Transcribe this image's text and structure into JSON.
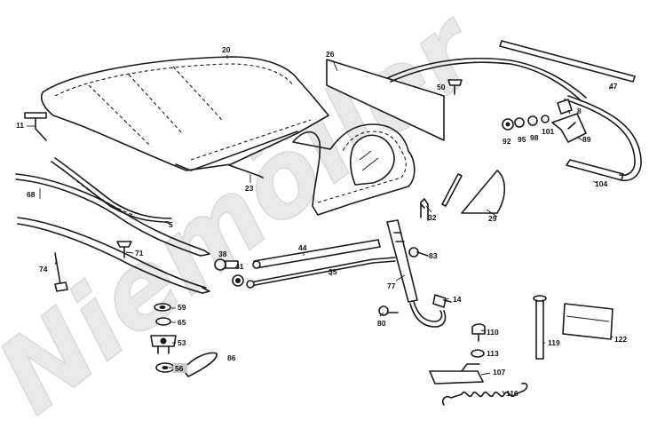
{
  "watermark": "Niemöller",
  "callouts": {
    "c20": "20",
    "c26": "26",
    "c47": "47",
    "c50": "50",
    "c8": "8",
    "c11": "11",
    "c23": "23",
    "c92": "92",
    "c95": "95",
    "c98": "98",
    "c101": "101",
    "c89": "89",
    "c104": "104",
    "c68": "68",
    "c5": "5",
    "c32": "32",
    "c29": "29",
    "c71": "71",
    "c44": "44",
    "c38": "38",
    "c41": "41",
    "c35": "35",
    "c83": "83",
    "c74": "74",
    "c77": "77",
    "c14": "14",
    "c59": "59",
    "c65": "65",
    "c80": "80",
    "c53": "53",
    "c110": "110",
    "c119": "119",
    "c122": "122",
    "c113": "113",
    "c56": "56",
    "c86": "86",
    "c107": "107",
    "c116": "116"
  },
  "colors": {
    "line": "#1a1a1a",
    "watermark": "#d8d8d8",
    "highlight": "#c9c9c9"
  }
}
